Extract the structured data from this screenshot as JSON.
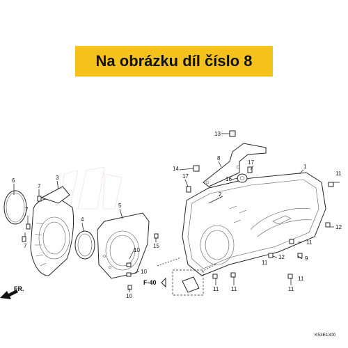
{
  "banner": {
    "text": "Na obrázku díl číslo 8"
  },
  "callouts": [
    "1",
    "2",
    "3",
    "4",
    "5",
    "6",
    "7",
    "7",
    "7",
    "8",
    "9",
    "10",
    "10",
    "10",
    "11",
    "11",
    "11",
    "11",
    "11",
    "11",
    "11",
    "12",
    "12",
    "13",
    "14",
    "15",
    "16",
    "17",
    "17"
  ],
  "reference": "F-40",
  "direction_label": "FR.",
  "diagram_code": "K53E1300"
}
